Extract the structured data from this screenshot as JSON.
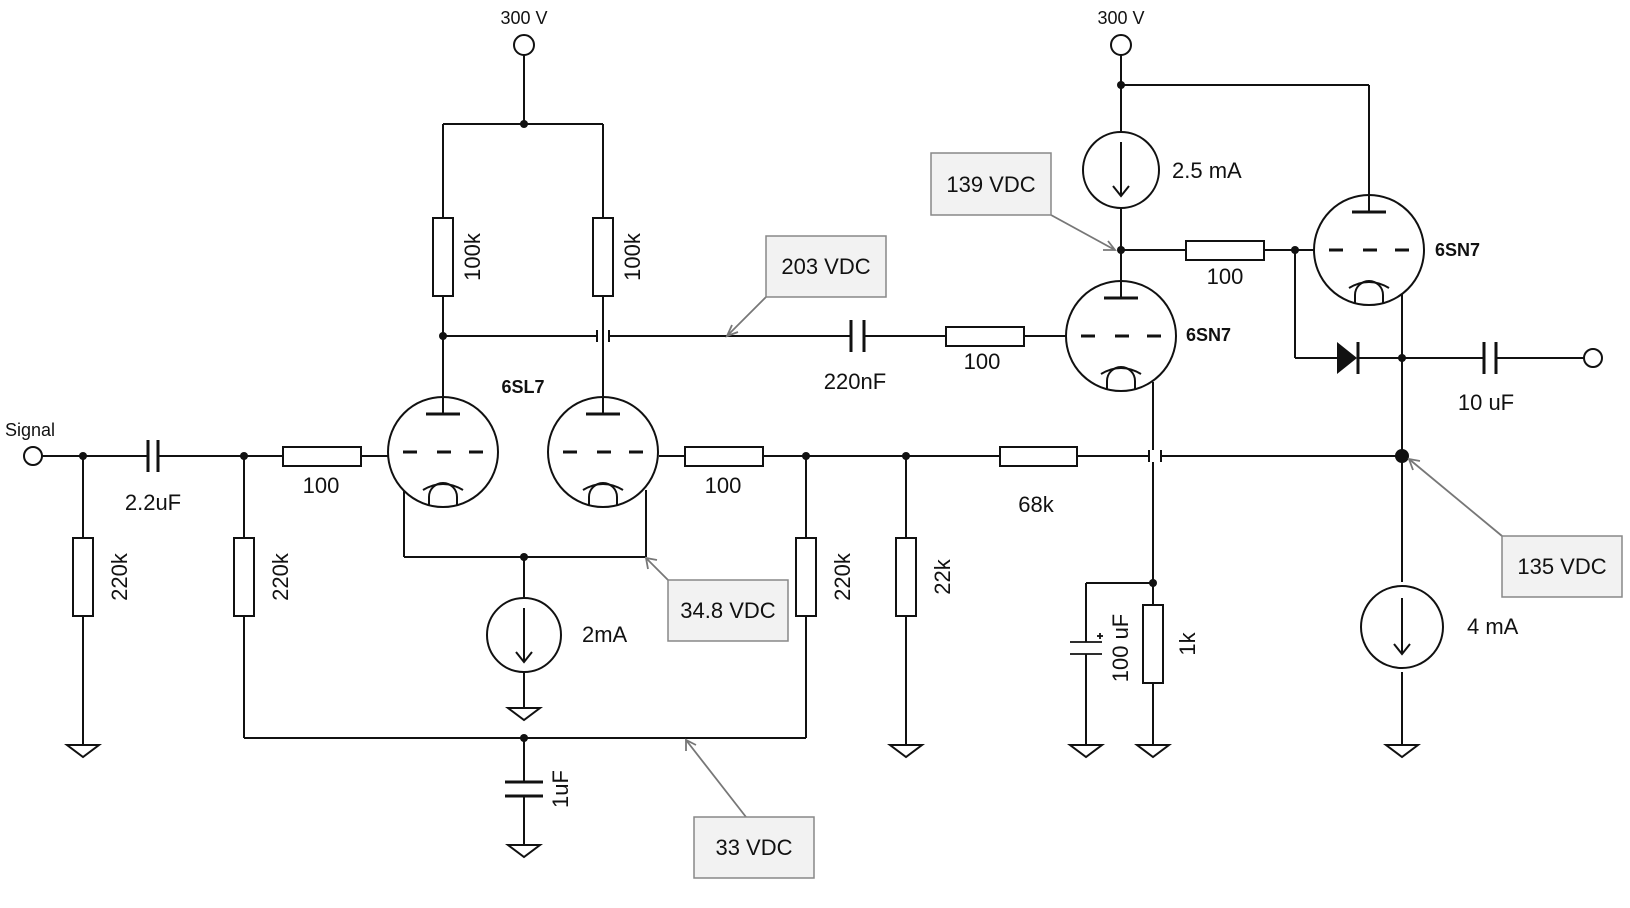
{
  "supplies": {
    "left": "300 V",
    "right": "300 V"
  },
  "input": {
    "label": "Signal"
  },
  "tubes": {
    "input_pair": "6SL7",
    "middle": "6SN7",
    "output": "6SN7"
  },
  "components": {
    "input_cap": "2.2uF",
    "input_shunt": "220k",
    "grid_bias_left": "220k",
    "grid_stopper_left": "100",
    "grid_stopper_right": "100",
    "grid_bias_right": "220k",
    "feedback_shunt": "22k",
    "feedback_res": "68k",
    "plate_load_left": "100k",
    "plate_load_right": "100k",
    "coupling_cap": "220nF",
    "mid_grid_stopper": "100",
    "tail_current": "2mA",
    "bias_cap": "1uF",
    "top_current": "2.5 mA",
    "out_grid_res": "100",
    "cathode_cap": "100 uF",
    "cathode_res": "1k",
    "output_cap": "10 uF",
    "bottom_current": "4 mA"
  },
  "annotations": {
    "v203": "203 VDC",
    "v139": "139 VDC",
    "v34": "34.8 VDC",
    "v33": "33 VDC",
    "v135": "135 VDC"
  }
}
